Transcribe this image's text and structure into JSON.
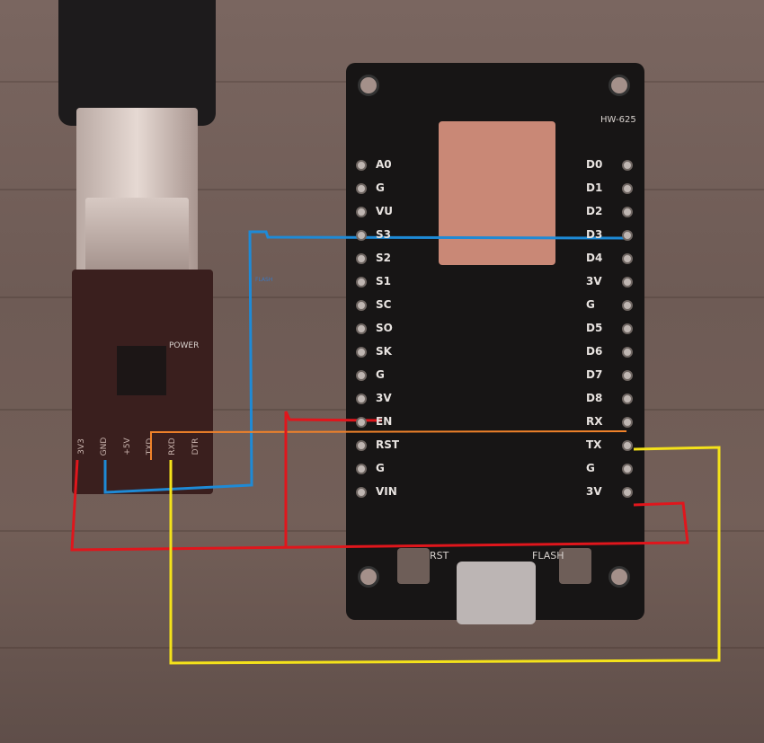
{
  "board": {
    "model": "HW-625",
    "left_pins": [
      "A0",
      "G",
      "VU",
      "S3",
      "S2",
      "S1",
      "SC",
      "SO",
      "SK",
      "G",
      "3V",
      "EN",
      "RST",
      "G",
      "VIN"
    ],
    "right_pins": [
      "D0",
      "D1",
      "D2",
      "D3",
      "D4",
      "3V",
      "G",
      "D5",
      "D6",
      "D7",
      "D8",
      "RX",
      "TX",
      "G",
      "3V"
    ],
    "buttons": [
      "RST",
      "FLASH"
    ]
  },
  "adapter": {
    "power_label": "POWER",
    "pins": [
      "3V3",
      "GND",
      "+5V",
      "TXD",
      "RXD",
      "DTR"
    ]
  },
  "annotation": {
    "note": "FLASH"
  },
  "wire_colors": {
    "red": "#e0161c",
    "blue": "#1e8ad6",
    "orange": "#f0822a",
    "yellow": "#f4e21a"
  }
}
